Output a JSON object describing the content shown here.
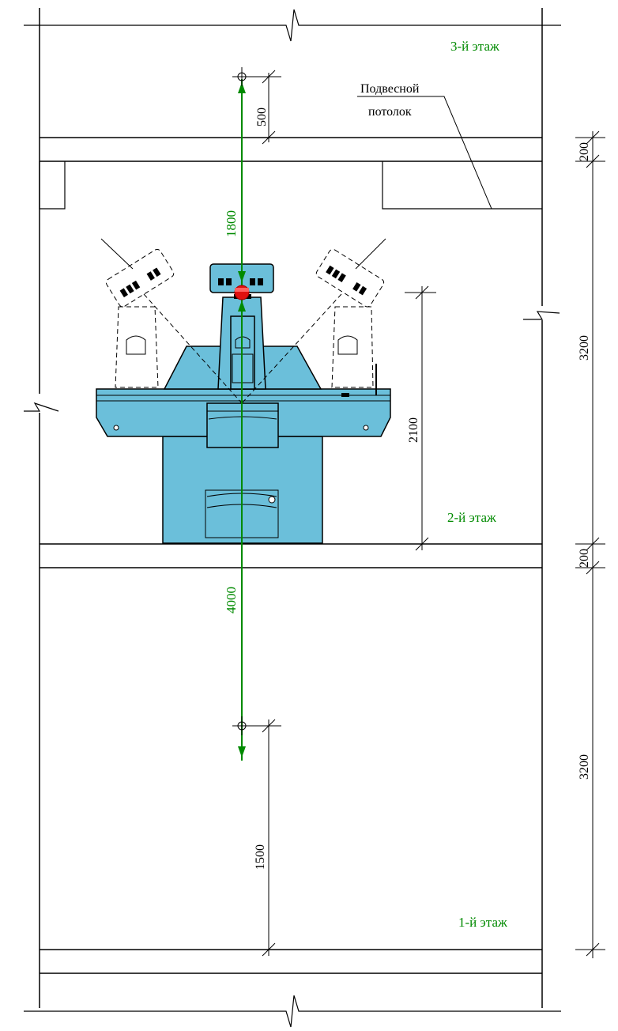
{
  "floors": {
    "floor3": "3-й этаж",
    "floor2": "2-й этаж",
    "floor1": "1-й этаж"
  },
  "ceiling_label": {
    "line1": "Подвесной",
    "line2": "потолок"
  },
  "dimensions": {
    "d500": "500",
    "d1800": "1800",
    "d4000": "4000",
    "d2100": "2100",
    "d1500": "1500",
    "slab_top": "200",
    "slab_mid": "200",
    "storey_upper": "3200",
    "storey_lower": "3200"
  },
  "colors": {
    "equipment": "#6bbfda",
    "ray_path": "#008a00",
    "focus_marker": "#e01010",
    "lines": "#000000"
  }
}
